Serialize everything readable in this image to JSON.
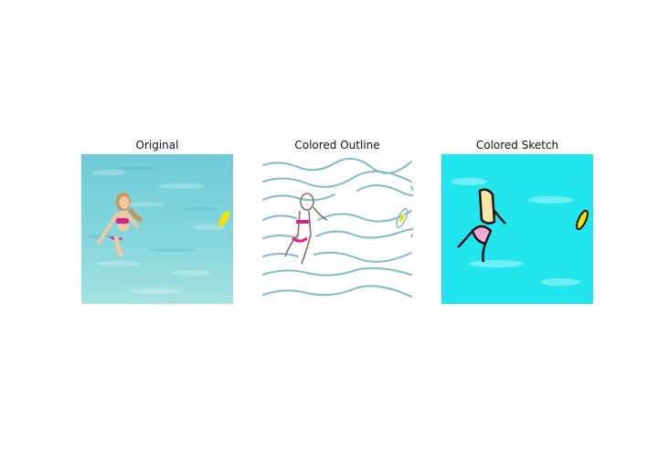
{
  "figure": {
    "panels": [
      {
        "title": "Original"
      },
      {
        "title": "Colored Outline"
      },
      {
        "title": "Colored Sketch"
      }
    ]
  },
  "colors": {
    "water_light": "#7fd3dc",
    "water_deep": "#3aa9c2",
    "swimsuit": "#e0208c",
    "skin": "#f0c9a0",
    "hair": "#b8864a",
    "frisbee": "#f2e20a",
    "outline_wave": "#7fbcc9",
    "sketch_cyan": "#22e6ee",
    "sketch_ink": "#111111"
  },
  "icons": {
    "panel_1": "photo-girl-in-water",
    "panel_2": "outline-drawing",
    "panel_3": "colored-sketch"
  }
}
